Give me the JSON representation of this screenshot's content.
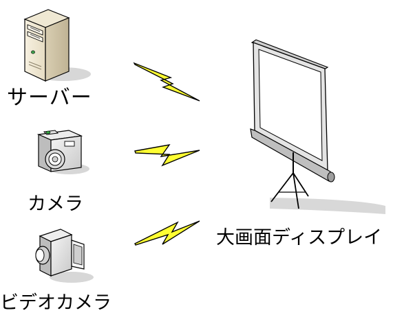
{
  "sources": [
    {
      "id": "server",
      "label": "サーバー",
      "icon": "server-icon"
    },
    {
      "id": "camera",
      "label": "カメラ",
      "icon": "camera-icon"
    },
    {
      "id": "video_camera",
      "label": "ビデオカメラ",
      "icon": "video-camera-icon"
    }
  ],
  "target": {
    "id": "display",
    "label": "大画面ディスプレイ",
    "icon": "projection-screen-icon"
  },
  "connections": [
    {
      "from": "server",
      "to": "display",
      "style": "lightning-bolt"
    },
    {
      "from": "camera",
      "to": "display",
      "style": "lightning-bolt"
    },
    {
      "from": "video_camera",
      "to": "display",
      "style": "lightning-bolt"
    }
  ],
  "colors": {
    "bolt_fill": "#ffff33",
    "outline": "#000000",
    "device_body": "#f2ebd8",
    "device_shadow": "#c8c3b4",
    "screen_white": "#ffffff",
    "screen_frame": "#d9d9d9"
  }
}
